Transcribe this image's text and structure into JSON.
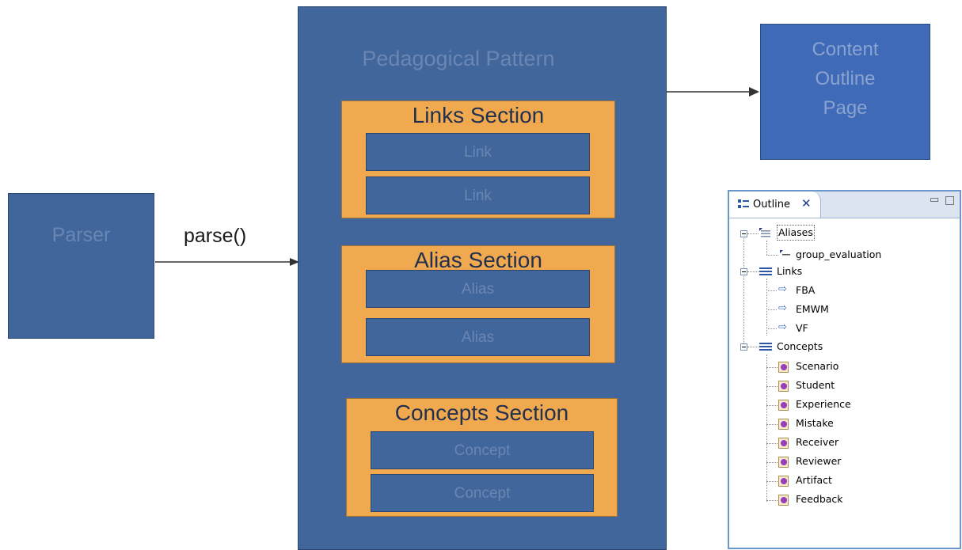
{
  "parser": {
    "label": "Parser",
    "call": "parse()"
  },
  "pattern": {
    "title": "Pedagogical Pattern",
    "links_section": {
      "title": "Links Section",
      "items": [
        "Link",
        "Link"
      ]
    },
    "alias_section": {
      "title": "Alias Section",
      "items": [
        "Alias",
        "Alias"
      ]
    },
    "concepts_section": {
      "title": "Concepts Section",
      "items": [
        "Concept",
        "Concept"
      ]
    }
  },
  "content_outline": {
    "line1": "Content",
    "line2": "Outline",
    "line3": "Page"
  },
  "outline_view": {
    "tab_label": "Outline",
    "close_glyph": "✕",
    "minimize_glyph": "▭",
    "maximize_glyph": "□",
    "aliases": {
      "label": "Aliases",
      "children": [
        "group_evaluation"
      ]
    },
    "links": {
      "label": "Links",
      "children": [
        "FBA",
        "EMWM",
        "VF"
      ]
    },
    "concepts": {
      "label": "Concepts",
      "children": [
        "Scenario",
        "Student",
        "Experience",
        "Mistake",
        "Receiver",
        "Reviewer",
        "Artifact",
        "Feedback"
      ]
    }
  },
  "colors": {
    "box_blue": "#41669c",
    "box_orange": "#f0a94e",
    "outline_blue": "#3f6ab8"
  }
}
